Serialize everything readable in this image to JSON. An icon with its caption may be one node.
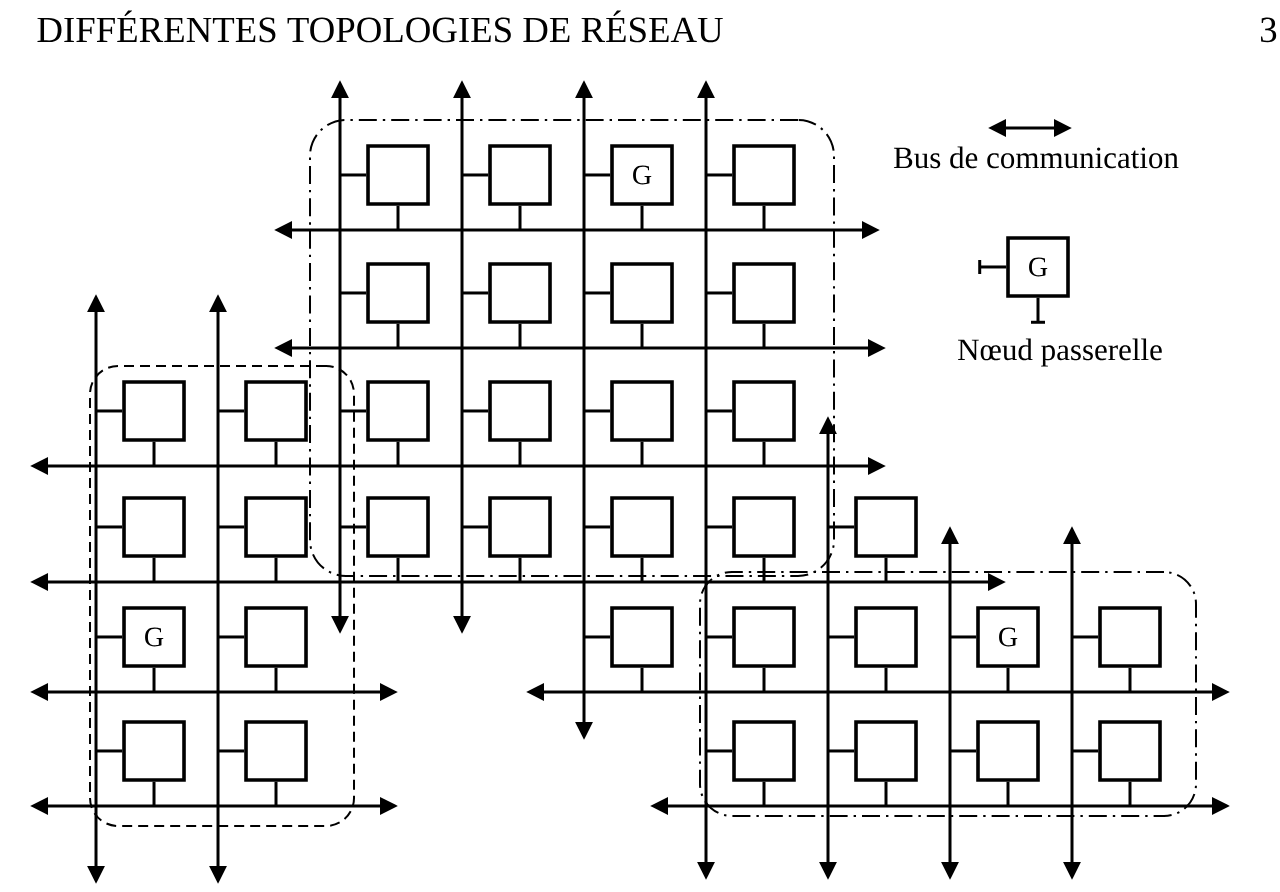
{
  "diagram": {
    "title": "DIFFÉRENTES TOPOLOGIES DE RÉSEAU",
    "nodes": [
      {
        "text": [],
        "shape": "box"
      },
      {
        "text": [],
        "shape": "box",
        "in": 0
      },
      {
        "text": [],
        "shape": "box",
        "in": 0
      },
      {
        "text": [
          "G"
        ],
        "in": 0
      },
      {
        "text": [],
        "shape": "box",
        "in": 0
      },
      {
        "text": [],
        "shape": "box",
        "in": 0
      },
      {
        "text": [],
        "shape": "box",
        "in": 0
      },
      {
        "text": [],
        "shape": "box",
        "in": 0
      },
      {
        "text": [],
        "shape": "box",
        "in": 0
      },
      {
        "text": [],
        "shape": "box",
        "in": 0
      },
      {
        "text": [],
        "shape": "box",
        "in": 0
      },
      {
        "text": [],
        "shape": "box",
        "in": 0
      },
      {
        "text": [],
        "shape": "box",
        "in": 0
      },
      {
        "text": [],
        "shape": "box",
        "in": 0
      },
      {
        "text": [],
        "shape": "box",
        "in": 0
      },
      {
        "text": [],
        "shape": "box",
        "in": 0
      },
      {
        "text": [],
        "shape": "box",
        "in": 0
      },
      {
        "text": [
          "G"
        ]
      },
      {
        "text": [],
        "shape": "box"
      },
      {
        "text": [],
        "shape": "box",
        "in": 18
      },
      {
        "text": [],
        "shape": "box",
        "in": 18
      },
      {
        "text": [],
        "shape": "box",
        "in": 18
      },
      {
        "text": [],
        "shape": "box",
        "in": 18
      },
      {
        "text": [
          "G"
        ],
        "in": 18
      },
      {
        "text": [],
        "shape": "box",
        "in": 18
      },
      {
        "text": [],
        "shape": "box",
        "in": 18
      },
      {
        "text": [],
        "shape": "box",
        "in": 18
      },
      {
        "text": [],
        "shape": "box"
      },
      {
        "text": [],
        "shape": "box"
      },
      {
        "text": [],
        "shape": "box"
      },
      {
        "text": [],
        "shape": "box",
        "in": 29
      },
      {
        "text": [],
        "shape": "box",
        "in": 29
      },
      {
        "text": [
          "G"
        ],
        "in": 29
      },
      {
        "text": [],
        "shape": "box",
        "in": 29
      },
      {
        "text": [],
        "shape": "box",
        "in": 29
      },
      {
        "text": [],
        "shape": "box",
        "in": 29
      },
      {
        "text": [],
        "shape": "box",
        "in": 29
      },
      {
        "text": [],
        "shape": "box",
        "in": 29
      },
      {
        "text": [],
        "shape": "arrow"
      },
      {
        "text": [],
        "shape": "arrow"
      },
      {
        "text": [],
        "shape": "arrow"
      },
      {
        "text": [],
        "shape": "arrow"
      },
      {
        "text": [],
        "shape": "arrow"
      },
      {
        "text": [],
        "shape": "arrow"
      },
      {
        "text": [],
        "shape": "arrow"
      },
      {
        "text": [],
        "shape": "arrow"
      },
      {
        "text": [],
        "shape": "arrow"
      },
      {
        "text": [],
        "shape": "arrow"
      },
      {
        "text": [],
        "shape": "arrow"
      },
      {
        "text": [],
        "shape": "arrow"
      },
      {
        "text": [],
        "shape": "arrow"
      },
      {
        "text": [],
        "shape": "arrow"
      },
      {
        "text": [],
        "shape": "arrow"
      },
      {
        "text": [],
        "shape": "arrow"
      },
      {
        "text": [],
        "shape": "arrow"
      }
    ],
    "edges": [
      {
        "from": 1,
        "to": 40,
        "arrow": "none"
      },
      {
        "from": 1,
        "to": 47,
        "arrow": "none"
      },
      {
        "from": 2,
        "to": 41,
        "arrow": "none"
      },
      {
        "from": 2,
        "to": 47,
        "arrow": "none"
      },
      {
        "from": 3,
        "to": 42,
        "arrow": "none"
      },
      {
        "from": 3,
        "to": 47,
        "arrow": "none"
      },
      {
        "from": 4,
        "to": 43,
        "arrow": "none"
      },
      {
        "from": 4,
        "to": 47,
        "arrow": "none"
      },
      {
        "from": 5,
        "to": 40,
        "arrow": "none"
      },
      {
        "from": 5,
        "to": 48,
        "arrow": "none"
      },
      {
        "from": 6,
        "to": 41,
        "arrow": "none"
      },
      {
        "from": 6,
        "to": 48,
        "arrow": "none"
      },
      {
        "from": 7,
        "to": 42,
        "arrow": "none"
      },
      {
        "from": 7,
        "to": 48,
        "arrow": "none"
      },
      {
        "from": 8,
        "to": 43,
        "arrow": "none"
      },
      {
        "from": 8,
        "to": 48,
        "arrow": "none"
      },
      {
        "from": 9,
        "to": 40,
        "arrow": "none"
      },
      {
        "from": 9,
        "to": 49,
        "arrow": "none"
      },
      {
        "from": 10,
        "to": 41,
        "arrow": "none"
      },
      {
        "from": 10,
        "to": 49,
        "arrow": "none"
      },
      {
        "from": 11,
        "to": 42,
        "arrow": "none"
      },
      {
        "from": 11,
        "to": 49,
        "arrow": "none"
      },
      {
        "from": 12,
        "to": 43,
        "arrow": "none"
      },
      {
        "from": 12,
        "to": 49,
        "arrow": "none"
      },
      {
        "from": 13,
        "to": 40,
        "arrow": "none"
      },
      {
        "from": 13,
        "to": 50,
        "arrow": "none"
      },
      {
        "from": 14,
        "to": 41,
        "arrow": "none"
      },
      {
        "from": 14,
        "to": 50,
        "arrow": "none"
      },
      {
        "from": 15,
        "to": 42,
        "arrow": "none"
      },
      {
        "from": 15,
        "to": 50,
        "arrow": "none"
      },
      {
        "from": 16,
        "to": 43,
        "arrow": "none"
      },
      {
        "from": 16,
        "to": 50,
        "arrow": "none"
      },
      {
        "from": 19,
        "to": 38,
        "arrow": "none"
      },
      {
        "from": 19,
        "to": 49,
        "arrow": "none"
      },
      {
        "from": 20,
        "to": 39,
        "arrow": "none"
      },
      {
        "from": 20,
        "to": 49,
        "arrow": "none"
      },
      {
        "from": 21,
        "to": 38,
        "arrow": "none"
      },
      {
        "from": 21,
        "to": 50,
        "arrow": "none"
      },
      {
        "from": 22,
        "to": 39,
        "arrow": "none"
      },
      {
        "from": 22,
        "to": 50,
        "arrow": "none"
      },
      {
        "from": 23,
        "to": 38,
        "arrow": "none"
      },
      {
        "from": 23,
        "to": 51,
        "arrow": "none"
      },
      {
        "from": 24,
        "to": 39,
        "arrow": "none"
      },
      {
        "from": 24,
        "to": 51,
        "arrow": "none"
      },
      {
        "from": 25,
        "to": 38,
        "arrow": "none"
      },
      {
        "from": 25,
        "to": 52,
        "arrow": "none"
      },
      {
        "from": 26,
        "to": 39,
        "arrow": "none"
      },
      {
        "from": 26,
        "to": 52,
        "arrow": "none"
      },
      {
        "from": 27,
        "to": 44,
        "arrow": "none"
      },
      {
        "from": 27,
        "to": 50,
        "arrow": "none"
      },
      {
        "from": 28,
        "to": 42,
        "arrow": "none"
      },
      {
        "from": 28,
        "to": 53,
        "arrow": "none"
      },
      {
        "from": 30,
        "to": 43,
        "arrow": "none"
      },
      {
        "from": 30,
        "to": 53,
        "arrow": "none"
      },
      {
        "from": 31,
        "to": 44,
        "arrow": "none"
      },
      {
        "from": 31,
        "to": 53,
        "arrow": "none"
      },
      {
        "from": 32,
        "to": 45,
        "arrow": "none"
      },
      {
        "from": 32,
        "to": 53,
        "arrow": "none"
      },
      {
        "from": 33,
        "to": 46,
        "arrow": "none"
      },
      {
        "from": 33,
        "to": 53,
        "arrow": "none"
      },
      {
        "from": 34,
        "to": 43,
        "arrow": "none"
      },
      {
        "from": 34,
        "to": 54,
        "arrow": "none"
      },
      {
        "from": 35,
        "to": 44,
        "arrow": "none"
      },
      {
        "from": 35,
        "to": 54,
        "arrow": "none"
      },
      {
        "from": 36,
        "to": 45,
        "arrow": "none"
      },
      {
        "from": 36,
        "to": 54,
        "arrow": "none"
      },
      {
        "from": 37,
        "to": 46,
        "arrow": "none"
      },
      {
        "from": 37,
        "to": 54,
        "arrow": "none"
      }
    ],
    "labels": [
      "3"
    ],
    "legend": [
      {
        "text": "Bus de communication"
      },
      {
        "text": "Nœud passerelle"
      }
    ]
  }
}
